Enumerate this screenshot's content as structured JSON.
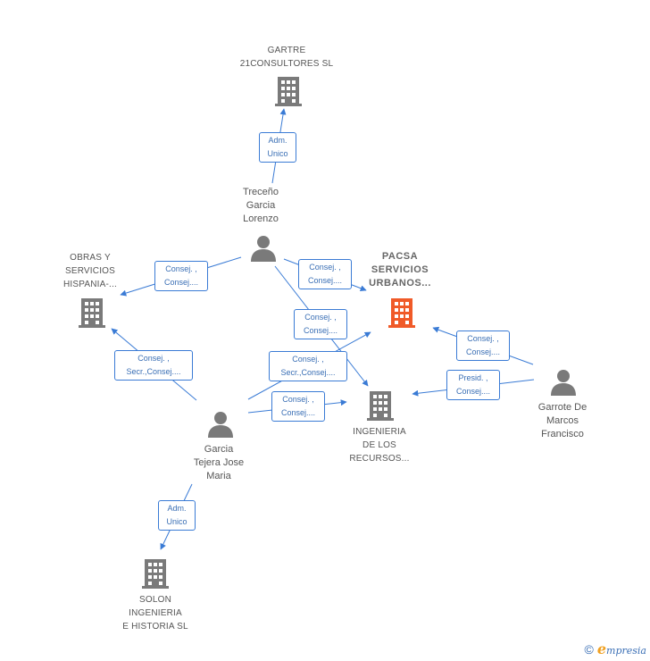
{
  "nodes": {
    "gartre": {
      "label": "GARTRE\n21CONSULTORES SL"
    },
    "treceno": {
      "label": "Treceño\nGarcia\nLorenzo"
    },
    "obras": {
      "label": "OBRAS Y\nSERVICIOS\nHISPANIA-..."
    },
    "pacsa": {
      "label": "PACSA\nSERVICIOS\nURBANOS..."
    },
    "ingenieria": {
      "label": "INGENIERIA\nDE LOS\nRECURSOS..."
    },
    "garrote": {
      "label": "Garrote De\nMarcos\nFrancisco"
    },
    "garcia": {
      "label": "Garcia\nTejera Jose\nMaria"
    },
    "solon": {
      "label": "SOLON\nINGENIERIA\nE HISTORIA SL"
    }
  },
  "roles": {
    "treceno_gartre": "Adm.\nUnico",
    "treceno_obras": "Consej. ,\nConsej....",
    "treceno_pacsa": "Consej. ,\nConsej....",
    "treceno_ingenieria": "Consej. ,\nConsej....",
    "garcia_obras": "Consej. ,\nSecr.,Consej....",
    "garcia_pacsa": "Consej. ,\nSecr.,Consej....",
    "garcia_ingenieria": "Consej. ,\nConsej....",
    "garrote_pacsa": "Consej. ,\nConsej....",
    "garrote_ingenieria": "Presid. ,\nConsej....",
    "garcia_solon": "Adm.\nUnico"
  },
  "colors": {
    "edge": "#3a7bd5",
    "icon_gray": "#7a7a7a",
    "icon_focus": "#f05a28"
  },
  "icons": {
    "company": "building-icon",
    "person": "person-icon"
  },
  "footer": {
    "copyright": "©",
    "brand_initial": "e",
    "brand_rest": "mpresia"
  }
}
